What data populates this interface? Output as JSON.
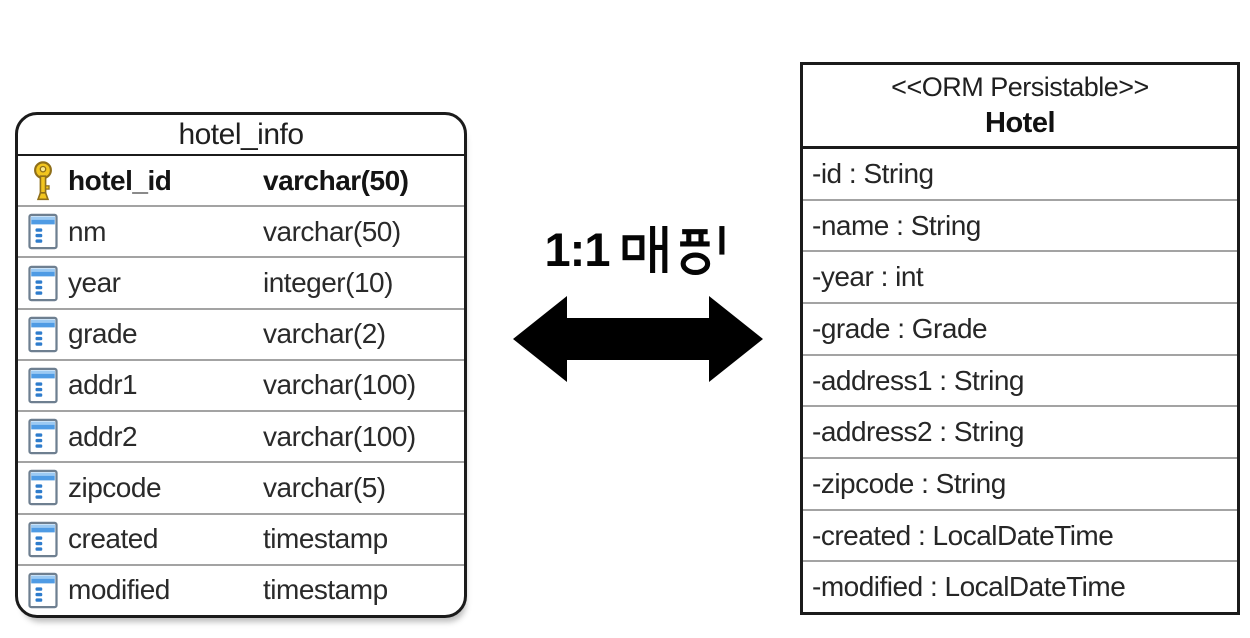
{
  "diagram": {
    "db_table": {
      "title": "hotel_info",
      "columns": [
        {
          "name": "hotel_id",
          "type": "varchar(50)",
          "primary_key": true,
          "icon": "key-icon"
        },
        {
          "name": "nm",
          "type": "varchar(50)",
          "primary_key": false,
          "icon": "column-icon"
        },
        {
          "name": "year",
          "type": "integer(10)",
          "primary_key": false,
          "icon": "column-icon"
        },
        {
          "name": "grade",
          "type": "varchar(2)",
          "primary_key": false,
          "icon": "column-icon"
        },
        {
          "name": "addr1",
          "type": "varchar(100)",
          "primary_key": false,
          "icon": "column-icon"
        },
        {
          "name": "addr2",
          "type": "varchar(100)",
          "primary_key": false,
          "icon": "column-icon"
        },
        {
          "name": "zipcode",
          "type": "varchar(5)",
          "primary_key": false,
          "icon": "column-icon"
        },
        {
          "name": "created",
          "type": "timestamp",
          "primary_key": false,
          "icon": "column-icon"
        },
        {
          "name": "modified",
          "type": "timestamp",
          "primary_key": false,
          "icon": "column-icon"
        }
      ]
    },
    "uml_class": {
      "stereotype": "<<ORM Persistable>>",
      "name": "Hotel",
      "attributes": [
        "-id : String",
        "-name : String",
        "-year : int",
        "-grade : Grade",
        "-address1 : String",
        "-address2 : String",
        "-zipcode : String",
        "-created : LocalDateTime",
        "-modified : LocalDateTime"
      ]
    },
    "mapping": {
      "label": "1:1 매핑",
      "label_numeric": "1:1",
      "label_korean": "매핑",
      "arrow_type": "double-headed"
    },
    "colors": {
      "border": "#1b1b1b",
      "row_divider": "#a3a3a3",
      "arrow": "#000000",
      "key_icon_gold": "#f2c51f",
      "column_icon_blue": "#4f9be4",
      "text": "#222222"
    }
  }
}
